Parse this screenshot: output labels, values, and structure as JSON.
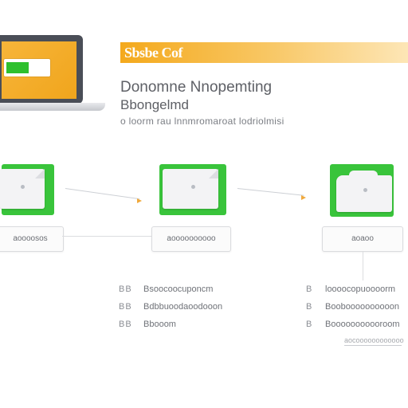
{
  "banner": {
    "title": "Sbsbe Cof",
    "accent_color": "#f4a91c"
  },
  "headline": {
    "line1": "Donomne Nnopemting",
    "line2": "Bbongelmd",
    "subline": "o loorm rau lnnmromaroat lodriolmisi"
  },
  "laptop": {
    "window_color": "#2ec02e",
    "screen_color": "#f7b53a"
  },
  "flow": {
    "steps": [
      {
        "label": "aoooosos",
        "icon": "file-card-icon"
      },
      {
        "label": "aoooooooooo",
        "icon": "file-card-icon"
      },
      {
        "label": "aoaoo",
        "icon": "folder-card-icon"
      }
    ],
    "tile_color": "#39c43b"
  },
  "legend": {
    "left": [
      {
        "key": "BB",
        "text": "Bsoocoocuponcm"
      },
      {
        "key": "BB",
        "text": "Bdbbuoodaoodooon"
      },
      {
        "key": "BB",
        "text": "Bbooom"
      }
    ],
    "right": [
      {
        "key": "B",
        "text": "loooocopuoooorm"
      },
      {
        "key": "B",
        "text": "Booboooooooooon"
      },
      {
        "key": "B",
        "text": "Booooooooooroom"
      }
    ],
    "footnote": "aocoooooooooooo"
  }
}
